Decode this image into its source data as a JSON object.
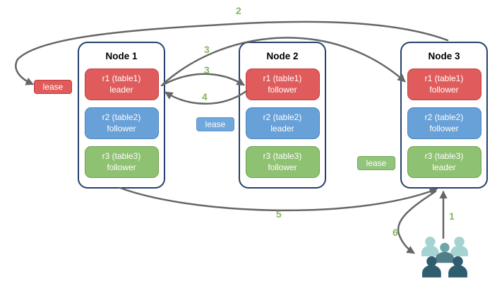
{
  "diagram": {
    "title_hint": "replication and leaseholder flow across three nodes",
    "nodes": [
      {
        "title": "Node 1",
        "replicas": [
          {
            "name": "r1 (table1)",
            "role": "leader",
            "color": "#e05c5c"
          },
          {
            "name": "r2 (table2)",
            "role": "follower",
            "color": "#68a0d8"
          },
          {
            "name": "r3 (table3)",
            "role": "follower",
            "color": "#8fc172"
          }
        ]
      },
      {
        "title": "Node 2",
        "replicas": [
          {
            "name": "r1 (table1)",
            "role": "follower",
            "color": "#e05c5c"
          },
          {
            "name": "r2 (table2)",
            "role": "leader",
            "color": "#68a0d8"
          },
          {
            "name": "r3 (table3)",
            "role": "follower",
            "color": "#8fc172"
          }
        ]
      },
      {
        "title": "Node 3",
        "replicas": [
          {
            "name": "r1 (table1)",
            "role": "follower",
            "color": "#e05c5c"
          },
          {
            "name": "r2 (table2)",
            "role": "follower",
            "color": "#68a0d8"
          },
          {
            "name": "r3 (table3)",
            "role": "leader",
            "color": "#8fc172"
          }
        ]
      }
    ],
    "leases": [
      {
        "label": "lease",
        "color": "#e05c5c",
        "beside": "Node 1 r1"
      },
      {
        "label": "lease",
        "color": "#6fa8dc",
        "beside": "Node 2 r2"
      },
      {
        "label": "lease",
        "color": "#93c47d",
        "beside": "Node 3 r3"
      }
    ],
    "steps": {
      "s1": "1",
      "s2": "2",
      "s3a": "3",
      "s3b": "3",
      "s4": "4",
      "s5": "5",
      "s6": "6"
    },
    "arrows": [
      {
        "step": "1",
        "from": "clients",
        "to": "Node 3"
      },
      {
        "step": "2",
        "from": "Node 3",
        "to": "lease at Node 1 r1"
      },
      {
        "step": "3",
        "from": "Node 1 r1 leader",
        "to": "Node 2 r1 follower"
      },
      {
        "step": "3",
        "from": "Node 1 r1 leader",
        "to": "Node 3 r1 follower"
      },
      {
        "step": "4",
        "from": "Node 2 r1 follower",
        "to": "Node 1 r1 leader"
      },
      {
        "step": "5",
        "from": "Node 1",
        "to": "Node 3"
      },
      {
        "step": "6",
        "from": "Node 3",
        "to": "clients"
      }
    ],
    "palette": {
      "node_border": "#26406b",
      "arrow": "#666666",
      "step_green": "#85b661",
      "replica_red": "#e05c5c",
      "replica_blue": "#68a0d8",
      "replica_green": "#8fc172",
      "users_light": "#a5d3d2",
      "users_mid_head": "#6ba7a9",
      "users_mid_body": "#4f7d88",
      "users_dark": "#2f5d6d"
    }
  }
}
